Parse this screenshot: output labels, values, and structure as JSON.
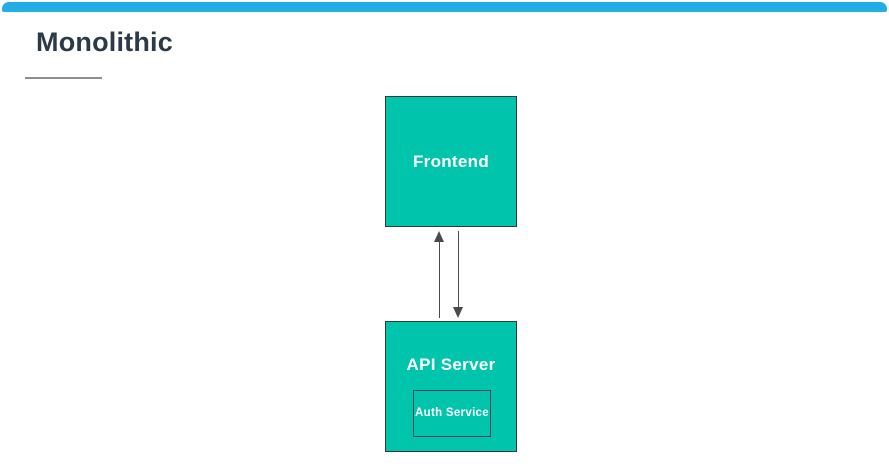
{
  "slide": {
    "title": "Monolithic",
    "top_bar_color": "#24ade5",
    "title_color": "#2c3a47"
  },
  "diagram": {
    "node_fill_color": "#00c4ac",
    "node_border_color": "#373737",
    "arrow_color": "#4a4a4e",
    "nodes": [
      {
        "id": "frontend",
        "label": "Frontend"
      },
      {
        "id": "api-server",
        "label": "API Server",
        "children": [
          {
            "id": "auth-service",
            "label": "Auth Service"
          }
        ]
      }
    ],
    "arrows": [
      {
        "from": "api-server",
        "to": "frontend",
        "direction": "up"
      },
      {
        "from": "frontend",
        "to": "api-server",
        "direction": "down"
      }
    ]
  }
}
